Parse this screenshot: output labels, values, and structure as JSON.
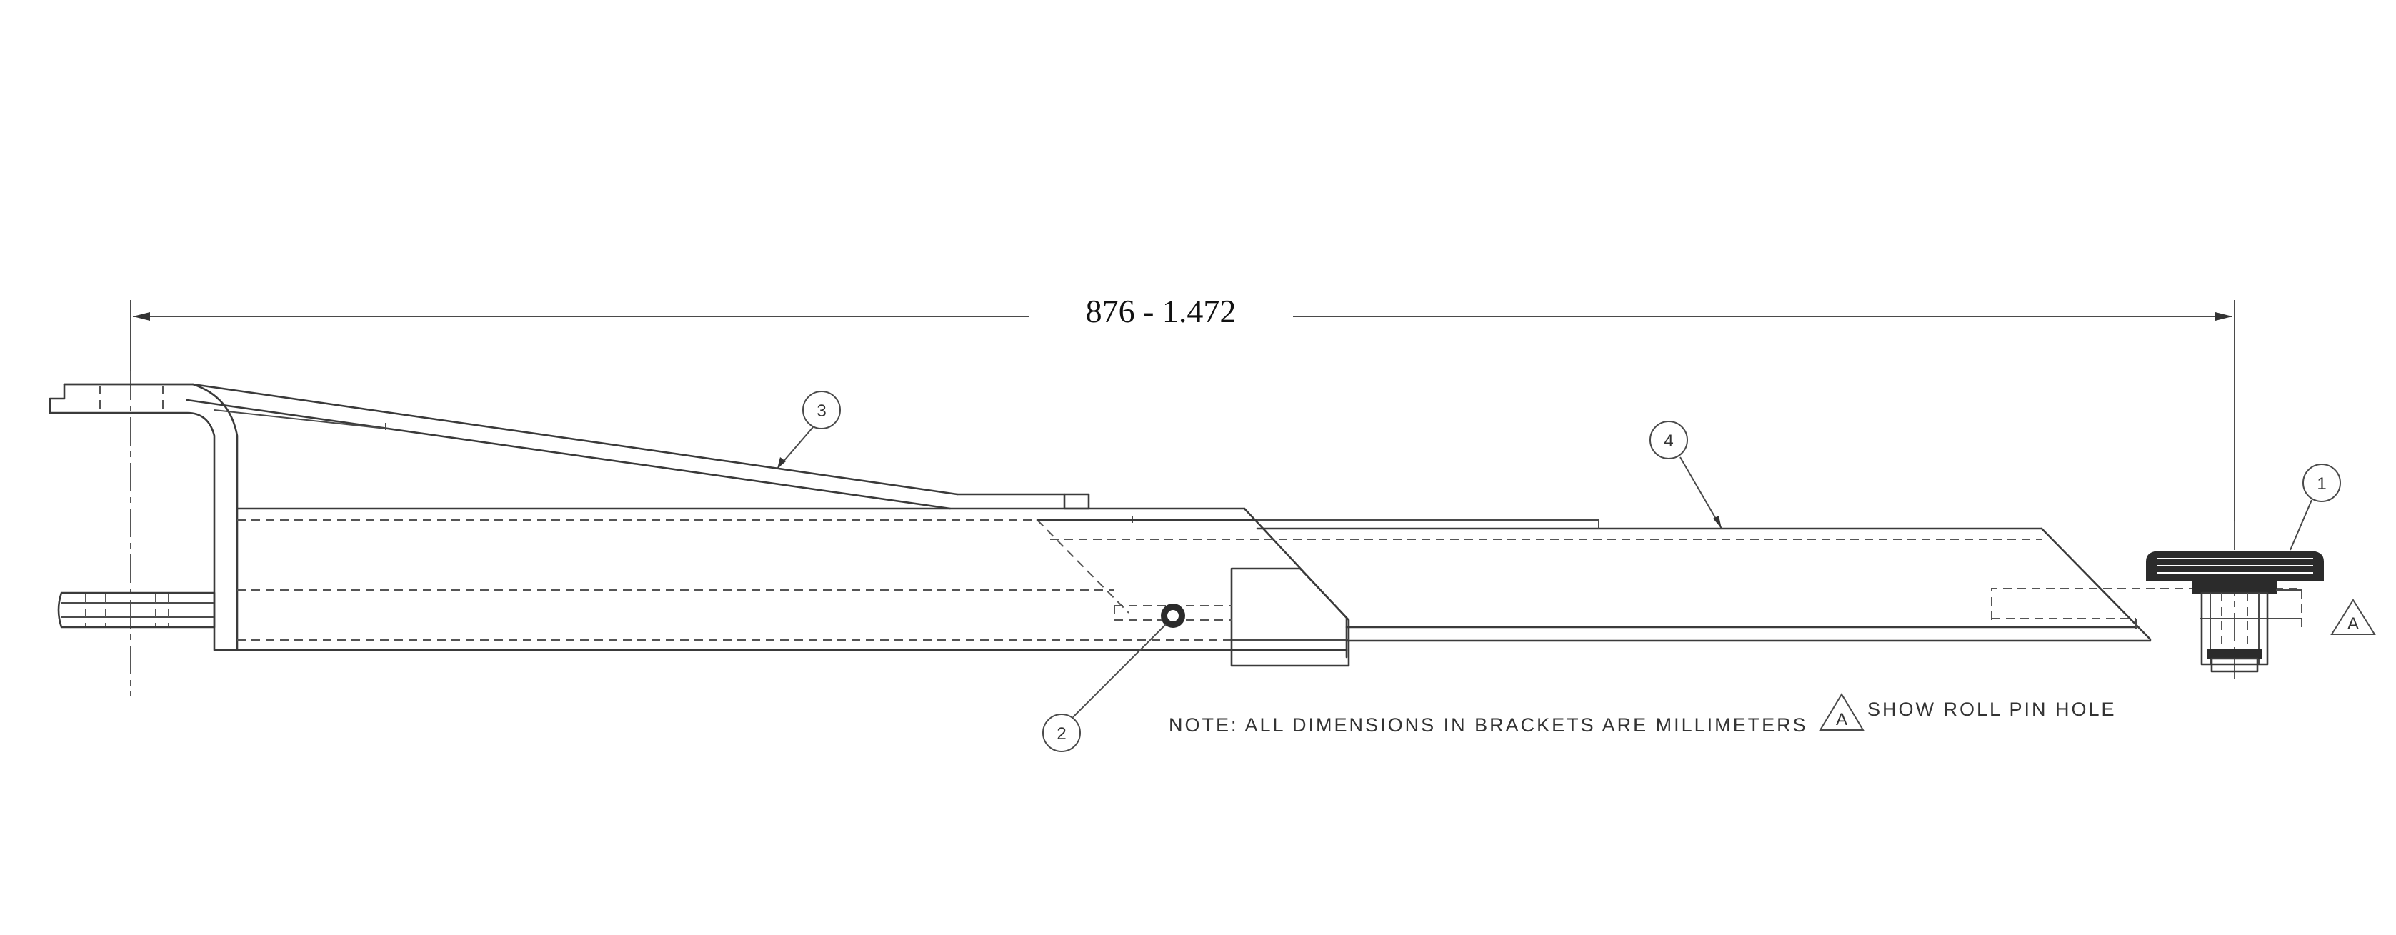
{
  "dimension": {
    "label": "876 - 1.472"
  },
  "balloons": [
    {
      "id": "balloon-1",
      "label": "1"
    },
    {
      "id": "balloon-2",
      "label": "2"
    },
    {
      "id": "balloon-3",
      "label": "3"
    },
    {
      "id": "balloon-4",
      "label": "4"
    }
  ],
  "note": {
    "text": "NOTE:  ALL DIMENSIONS IN BRACKETS ARE MILLIMETERS"
  },
  "flag_note": {
    "symbol": "A",
    "text": "SHOW ROLL PIN HOLE"
  },
  "datum_flag": {
    "symbol": "A"
  }
}
